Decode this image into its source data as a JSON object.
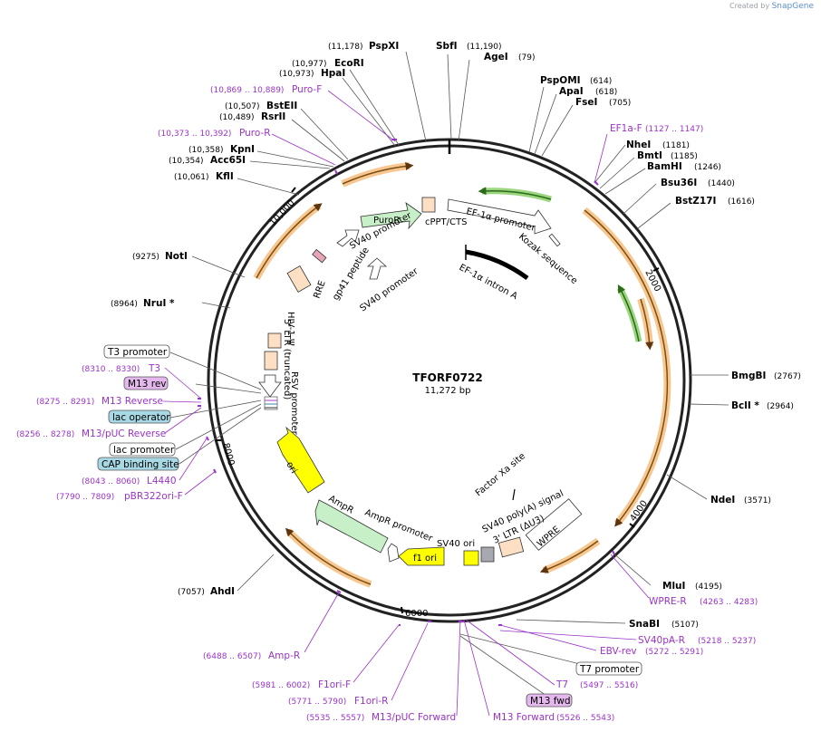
{
  "credit": {
    "prefix": "Created by",
    "brand": "SnapGene"
  },
  "plasmid": {
    "name": "TFORF0722",
    "size": "11,272 bp"
  },
  "ticks": [
    "2000",
    "4000",
    "6000",
    "8000",
    "10,000"
  ],
  "enzymes_right": [
    {
      "name": "PspOMI",
      "pos": "(614)"
    },
    {
      "name": "ApaI",
      "pos": "(618)"
    },
    {
      "name": "FseI",
      "pos": "(705)"
    },
    {
      "name": "NheI",
      "pos": "(1181)"
    },
    {
      "name": "BmtI",
      "pos": "(1185)"
    },
    {
      "name": "BamHI",
      "pos": "(1246)"
    },
    {
      "name": "Bsu36I",
      "pos": "(1440)"
    },
    {
      "name": "BstZ17I",
      "pos": "(1616)"
    },
    {
      "name": "BmgBI",
      "pos": "(2767)"
    },
    {
      "name": "BclI *",
      "pos": "(2964)"
    },
    {
      "name": "NdeI",
      "pos": "(3571)"
    },
    {
      "name": "MluI",
      "pos": "(4195)"
    },
    {
      "name": "SnaBI",
      "pos": "(5107)"
    },
    {
      "name": "SbfI",
      "pos": "(11,190)"
    },
    {
      "name": "AgeI",
      "pos": "(79)"
    }
  ],
  "enzymes_left": [
    {
      "name": "PspXI",
      "pos": "(11,178)"
    },
    {
      "name": "EcoRI",
      "pos": "(10,977)"
    },
    {
      "name": "HpaI",
      "pos": "(10,973)"
    },
    {
      "name": "BstEII",
      "pos": "(10,507)"
    },
    {
      "name": "RsrII",
      "pos": "(10,489)"
    },
    {
      "name": "KpnI",
      "pos": "(10,358)"
    },
    {
      "name": "Acc65I",
      "pos": "(10,354)"
    },
    {
      "name": "KflI",
      "pos": "(10,061)"
    },
    {
      "name": "NotI",
      "pos": "(9275)"
    },
    {
      "name": "NruI *",
      "pos": "(8964)"
    },
    {
      "name": "AhdI",
      "pos": "(7057)"
    }
  ],
  "primers": [
    {
      "name": "Puro-F",
      "pos": "(10,869 .. 10,889)"
    },
    {
      "name": "Puro-R",
      "pos": "(10,373 .. 10,392)"
    },
    {
      "name": "EF1a-F",
      "pos": "(1127 .. 1147)"
    },
    {
      "name": "T3",
      "pos": "(8310 .. 8330)"
    },
    {
      "name": "M13 Reverse",
      "pos": "(8275 .. 8291)"
    },
    {
      "name": "M13/pUC Reverse",
      "pos": "(8256 .. 8278)"
    },
    {
      "name": "L4440",
      "pos": "(8043 .. 8060)"
    },
    {
      "name": "pBR322ori-F",
      "pos": "(7790 .. 7809)"
    },
    {
      "name": "Amp-R",
      "pos": "(6488 .. 6507)"
    },
    {
      "name": "F1ori-F",
      "pos": "(5981 .. 6002)"
    },
    {
      "name": "F1ori-R",
      "pos": "(5771 .. 5790)"
    },
    {
      "name": "M13/pUC Forward",
      "pos": "(5535 .. 5557)"
    },
    {
      "name": "M13 Forward",
      "pos": "(5526 .. 5543)"
    },
    {
      "name": "T7",
      "pos": "(5497 .. 5516)"
    },
    {
      "name": "EBV-rev",
      "pos": "(5272 .. 5291)"
    },
    {
      "name": "SV40pA-R",
      "pos": "(5218 .. 5237)"
    },
    {
      "name": "WPRE-R",
      "pos": "(4263 .. 4283)"
    }
  ],
  "boxed_features": {
    "t3_promoter": "T3 promoter",
    "m13_rev": "M13 rev",
    "lac_operator": "lac operator",
    "lac_promoter": "lac promoter",
    "cap_site": "CAP binding site",
    "t7_promoter": "T7 promoter",
    "m13_fwd": "M13 fwd"
  },
  "features": {
    "puror": "PuroR",
    "cppt": "cPPT/CTS",
    "ef1a_promoter": "EF-1α promoter",
    "kozak": "Kozak sequence",
    "ef1a_intron": "EF-1α intron A",
    "sv40_promoter_1": "SV40 promoter",
    "sv40_promoter_2": "SV40 promoter",
    "gp41": "gp41 peptide",
    "rre": "RRE",
    "hiv_psi": "HIV-1 Ψ",
    "ltr5": "5' LTR (truncated)",
    "rsv": "RSV promoter",
    "ori": "ori",
    "ampr": "AmpR",
    "ampr_promoter": "AmpR promoter",
    "f1ori": "f1 ori",
    "sv40ori": "SV40 ori",
    "factor_xa": "Factor Xa site",
    "sv40_polya": "SV40 poly(A) signal",
    "ltr3": "3' LTR (ΔU3)",
    "wpre": "WPRE"
  },
  "colors": {
    "orf_orange": "#f7c78f",
    "orf_stroke": "#7a4e12",
    "green": "#9bd67f",
    "primer": "#9b33c8",
    "ori_yellow": "#ffff00",
    "lac_box": "#a7d8e3",
    "m13_box": "#e4b8ec"
  }
}
